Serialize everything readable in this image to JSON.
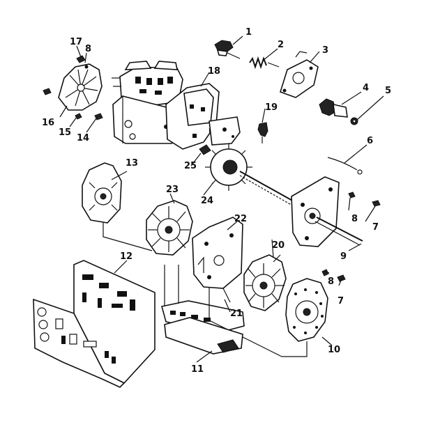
{
  "callouts": [
    {
      "id": "c1",
      "text": "1"
    },
    {
      "id": "c2",
      "text": "2"
    },
    {
      "id": "c3",
      "text": "3"
    },
    {
      "id": "c4",
      "text": "4"
    },
    {
      "id": "c5",
      "text": "5"
    },
    {
      "id": "c6",
      "text": "6"
    },
    {
      "id": "c7a",
      "text": "7"
    },
    {
      "id": "c7b",
      "text": "7"
    },
    {
      "id": "c8a",
      "text": "8"
    },
    {
      "id": "c8b",
      "text": "8"
    },
    {
      "id": "c8c",
      "text": "8"
    },
    {
      "id": "c9",
      "text": "9"
    },
    {
      "id": "c10",
      "text": "10"
    },
    {
      "id": "c11",
      "text": "11"
    },
    {
      "id": "c12",
      "text": "12"
    },
    {
      "id": "c13",
      "text": "13"
    },
    {
      "id": "c14",
      "text": "14"
    },
    {
      "id": "c15",
      "text": "15"
    },
    {
      "id": "c16",
      "text": "16"
    },
    {
      "id": "c17",
      "text": "17"
    },
    {
      "id": "c18",
      "text": "18"
    },
    {
      "id": "c19",
      "text": "19"
    },
    {
      "id": "c20",
      "text": "20"
    },
    {
      "id": "c21",
      "text": "21"
    },
    {
      "id": "c22",
      "text": "22"
    },
    {
      "id": "c23",
      "text": "23"
    },
    {
      "id": "c24",
      "text": "24"
    },
    {
      "id": "c25",
      "text": "25"
    }
  ]
}
